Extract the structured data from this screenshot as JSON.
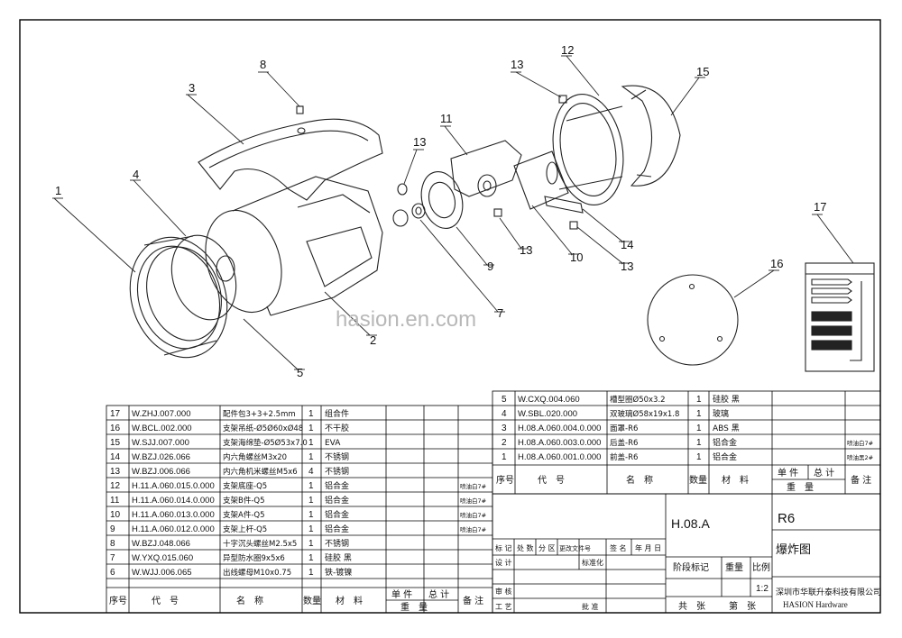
{
  "watermark": "hasion.en.com",
  "callouts": [
    "8",
    "3",
    "4",
    "1",
    "5",
    "2",
    "13",
    "11",
    "9",
    "7",
    "13",
    "12",
    "15",
    "14",
    "10",
    "13",
    "13",
    "17",
    "16"
  ],
  "parts_left": [
    {
      "no": "17",
      "code": "W.ZHJ.007.000",
      "name": "配件包3+3+2.5mm",
      "qty": "1",
      "material": "组合件",
      "note": ""
    },
    {
      "no": "16",
      "code": "W.BCL.002.000",
      "name": "支架吊纸-Ø5Ø60xØ48",
      "qty": "1",
      "material": "不干胶",
      "note": ""
    },
    {
      "no": "15",
      "code": "W.SJJ.007.000",
      "name": "支架海绵垫-Ø5Ø53x7.0",
      "qty": "1",
      "material": "EVA",
      "note": ""
    },
    {
      "no": "14",
      "code": "W.BZJ.026.066",
      "name": "内六角螺丝M3x20",
      "qty": "1",
      "material": "不锈钢",
      "note": ""
    },
    {
      "no": "13",
      "code": "W.BZJ.006.066",
      "name": "内六角机米螺丝M5x6",
      "qty": "4",
      "material": "不锈钢",
      "note": ""
    },
    {
      "no": "12",
      "code": "H.11.A.060.015.0.000",
      "name": "支架底座-Q5",
      "qty": "1",
      "material": "铝合金",
      "note": "喷油白7#"
    },
    {
      "no": "11",
      "code": "H.11.A.060.014.0.000",
      "name": "支架B件-Q5",
      "qty": "1",
      "material": "铝合金",
      "note": "喷油白7#"
    },
    {
      "no": "10",
      "code": "H.11.A.060.013.0.000",
      "name": "支架A件-Q5",
      "qty": "1",
      "material": "铝合金",
      "note": "喷油白7#"
    },
    {
      "no": "9",
      "code": "H.11.A.060.012.0.000",
      "name": "支架上杆-Q5",
      "qty": "1",
      "material": "铝合金",
      "note": "喷油白7#"
    },
    {
      "no": "8",
      "code": "W.BZJ.048.066",
      "name": "十字沉头螺丝M2.5x5",
      "qty": "1",
      "material": "不锈钢",
      "note": ""
    },
    {
      "no": "7",
      "code": "W.YXQ.015.060",
      "name": "异型防水圈9x5x6",
      "qty": "1",
      "material": "硅胶 黑",
      "note": ""
    },
    {
      "no": "6",
      "code": "W.WJJ.006.065",
      "name": "出线螺母M10x0.75",
      "qty": "1",
      "material": "铁-镀镍",
      "note": ""
    }
  ],
  "parts_right": [
    {
      "no": "5",
      "code": "W.CXQ.004.060",
      "name": "槽型圈Ø50x3.2",
      "qty": "1",
      "material": "硅胶 黑",
      "note": ""
    },
    {
      "no": "4",
      "code": "W.SBL.020.000",
      "name": "双玻璃Ø58x19x1.8",
      "qty": "1",
      "material": "玻璃",
      "note": ""
    },
    {
      "no": "3",
      "code": "H.08.A.060.004.0.000",
      "name": "面罩-R6",
      "qty": "1",
      "material": "ABS 黑",
      "note": ""
    },
    {
      "no": "2",
      "code": "H.08.A.060.003.0.000",
      "name": "后盖-R6",
      "qty": "1",
      "material": "铝合金",
      "note": "喷油白7#"
    },
    {
      "no": "1",
      "code": "H.08.A.060.001.0.000",
      "name": "前盖-R6",
      "qty": "1",
      "material": "铝合金",
      "note": "喷油黑2#"
    }
  ],
  "headers": {
    "no": "序号",
    "code": "代　号",
    "name": "名　称",
    "qty": "数量",
    "material": "材　料",
    "unit": "单 件",
    "total": "总 计",
    "weight": "重　量",
    "note": "备 注"
  },
  "title_block": {
    "drawing_no": "H.08.A",
    "model": "R6",
    "drawing_name": "爆炸图",
    "mark": "标 记",
    "count": "处 数",
    "zone": "分 区",
    "change_doc": "更改文件号",
    "sign": "签 名",
    "date": "年 月 日",
    "design": "设 计",
    "standard": "标准化",
    "review": "审 核",
    "process": "工 艺",
    "approve": "批 准",
    "stage_mark": "阶段标记",
    "weight": "重量",
    "scale_label": "比例",
    "scale": "1:2",
    "sheets_total": "共　张",
    "sheet_no": "第　张",
    "company_cn": "深圳市华联升泰科技有限公司",
    "company_en": "HASION  Hardware"
  }
}
